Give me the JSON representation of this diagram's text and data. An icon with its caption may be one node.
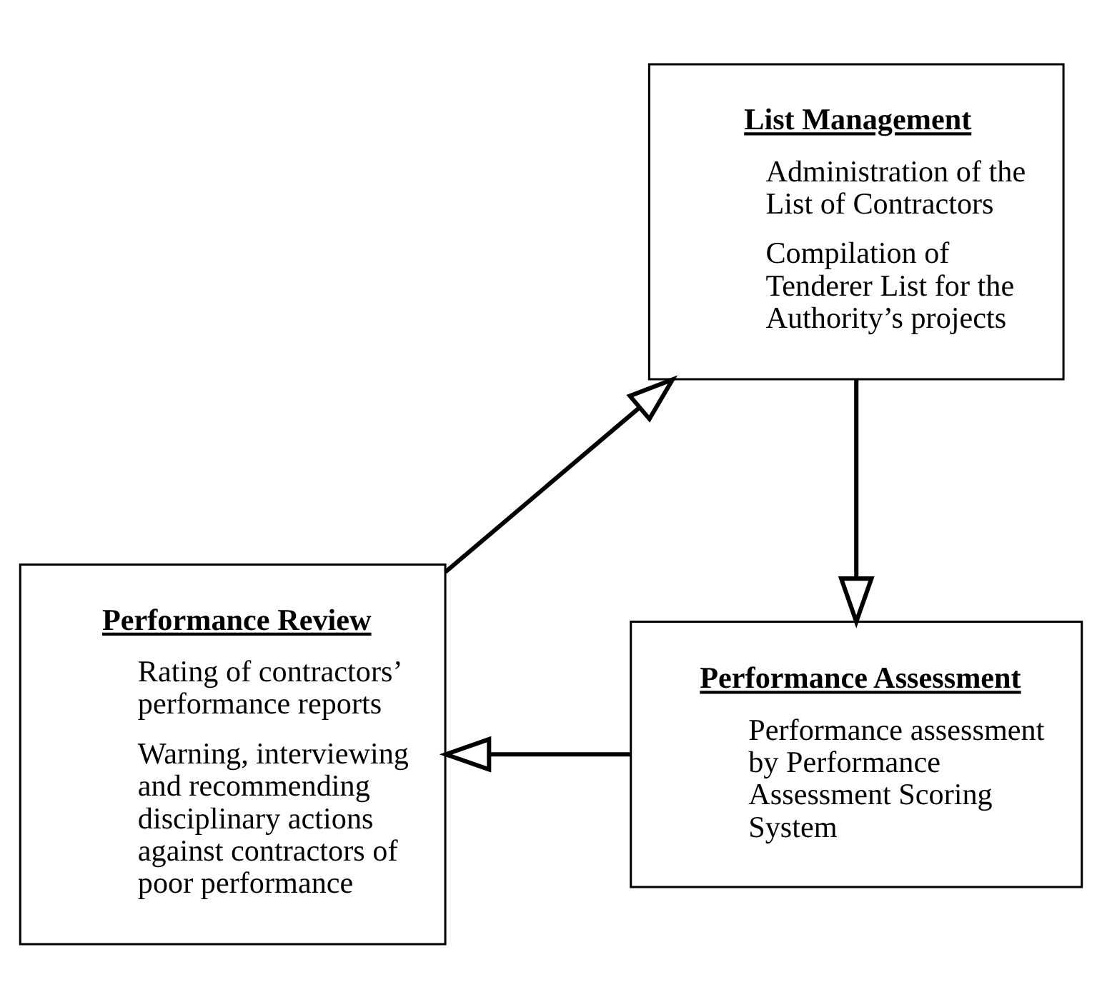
{
  "diagram": {
    "nodes": [
      {
        "text": [
          "List Management",
          "Administration of the List of Contractors",
          "Compilation of Tenderer List for the Authority’s projects"
        ]
      },
      {
        "text": [
          "Performance Review",
          "Rating of contractors’ performance reports",
          "Warning, interviewing and recommending disciplinary actions against contractors of poor performance"
        ]
      },
      {
        "text": [
          "Performance Assessment",
          "Performance assessment by Performance Assessment Scoring System"
        ]
      }
    ],
    "edges": [
      {
        "from": 0,
        "to": 2,
        "arrow": "to"
      },
      {
        "from": 2,
        "to": 1,
        "arrow": "to"
      },
      {
        "from": 1,
        "to": 0,
        "arrow": "to"
      }
    ]
  }
}
